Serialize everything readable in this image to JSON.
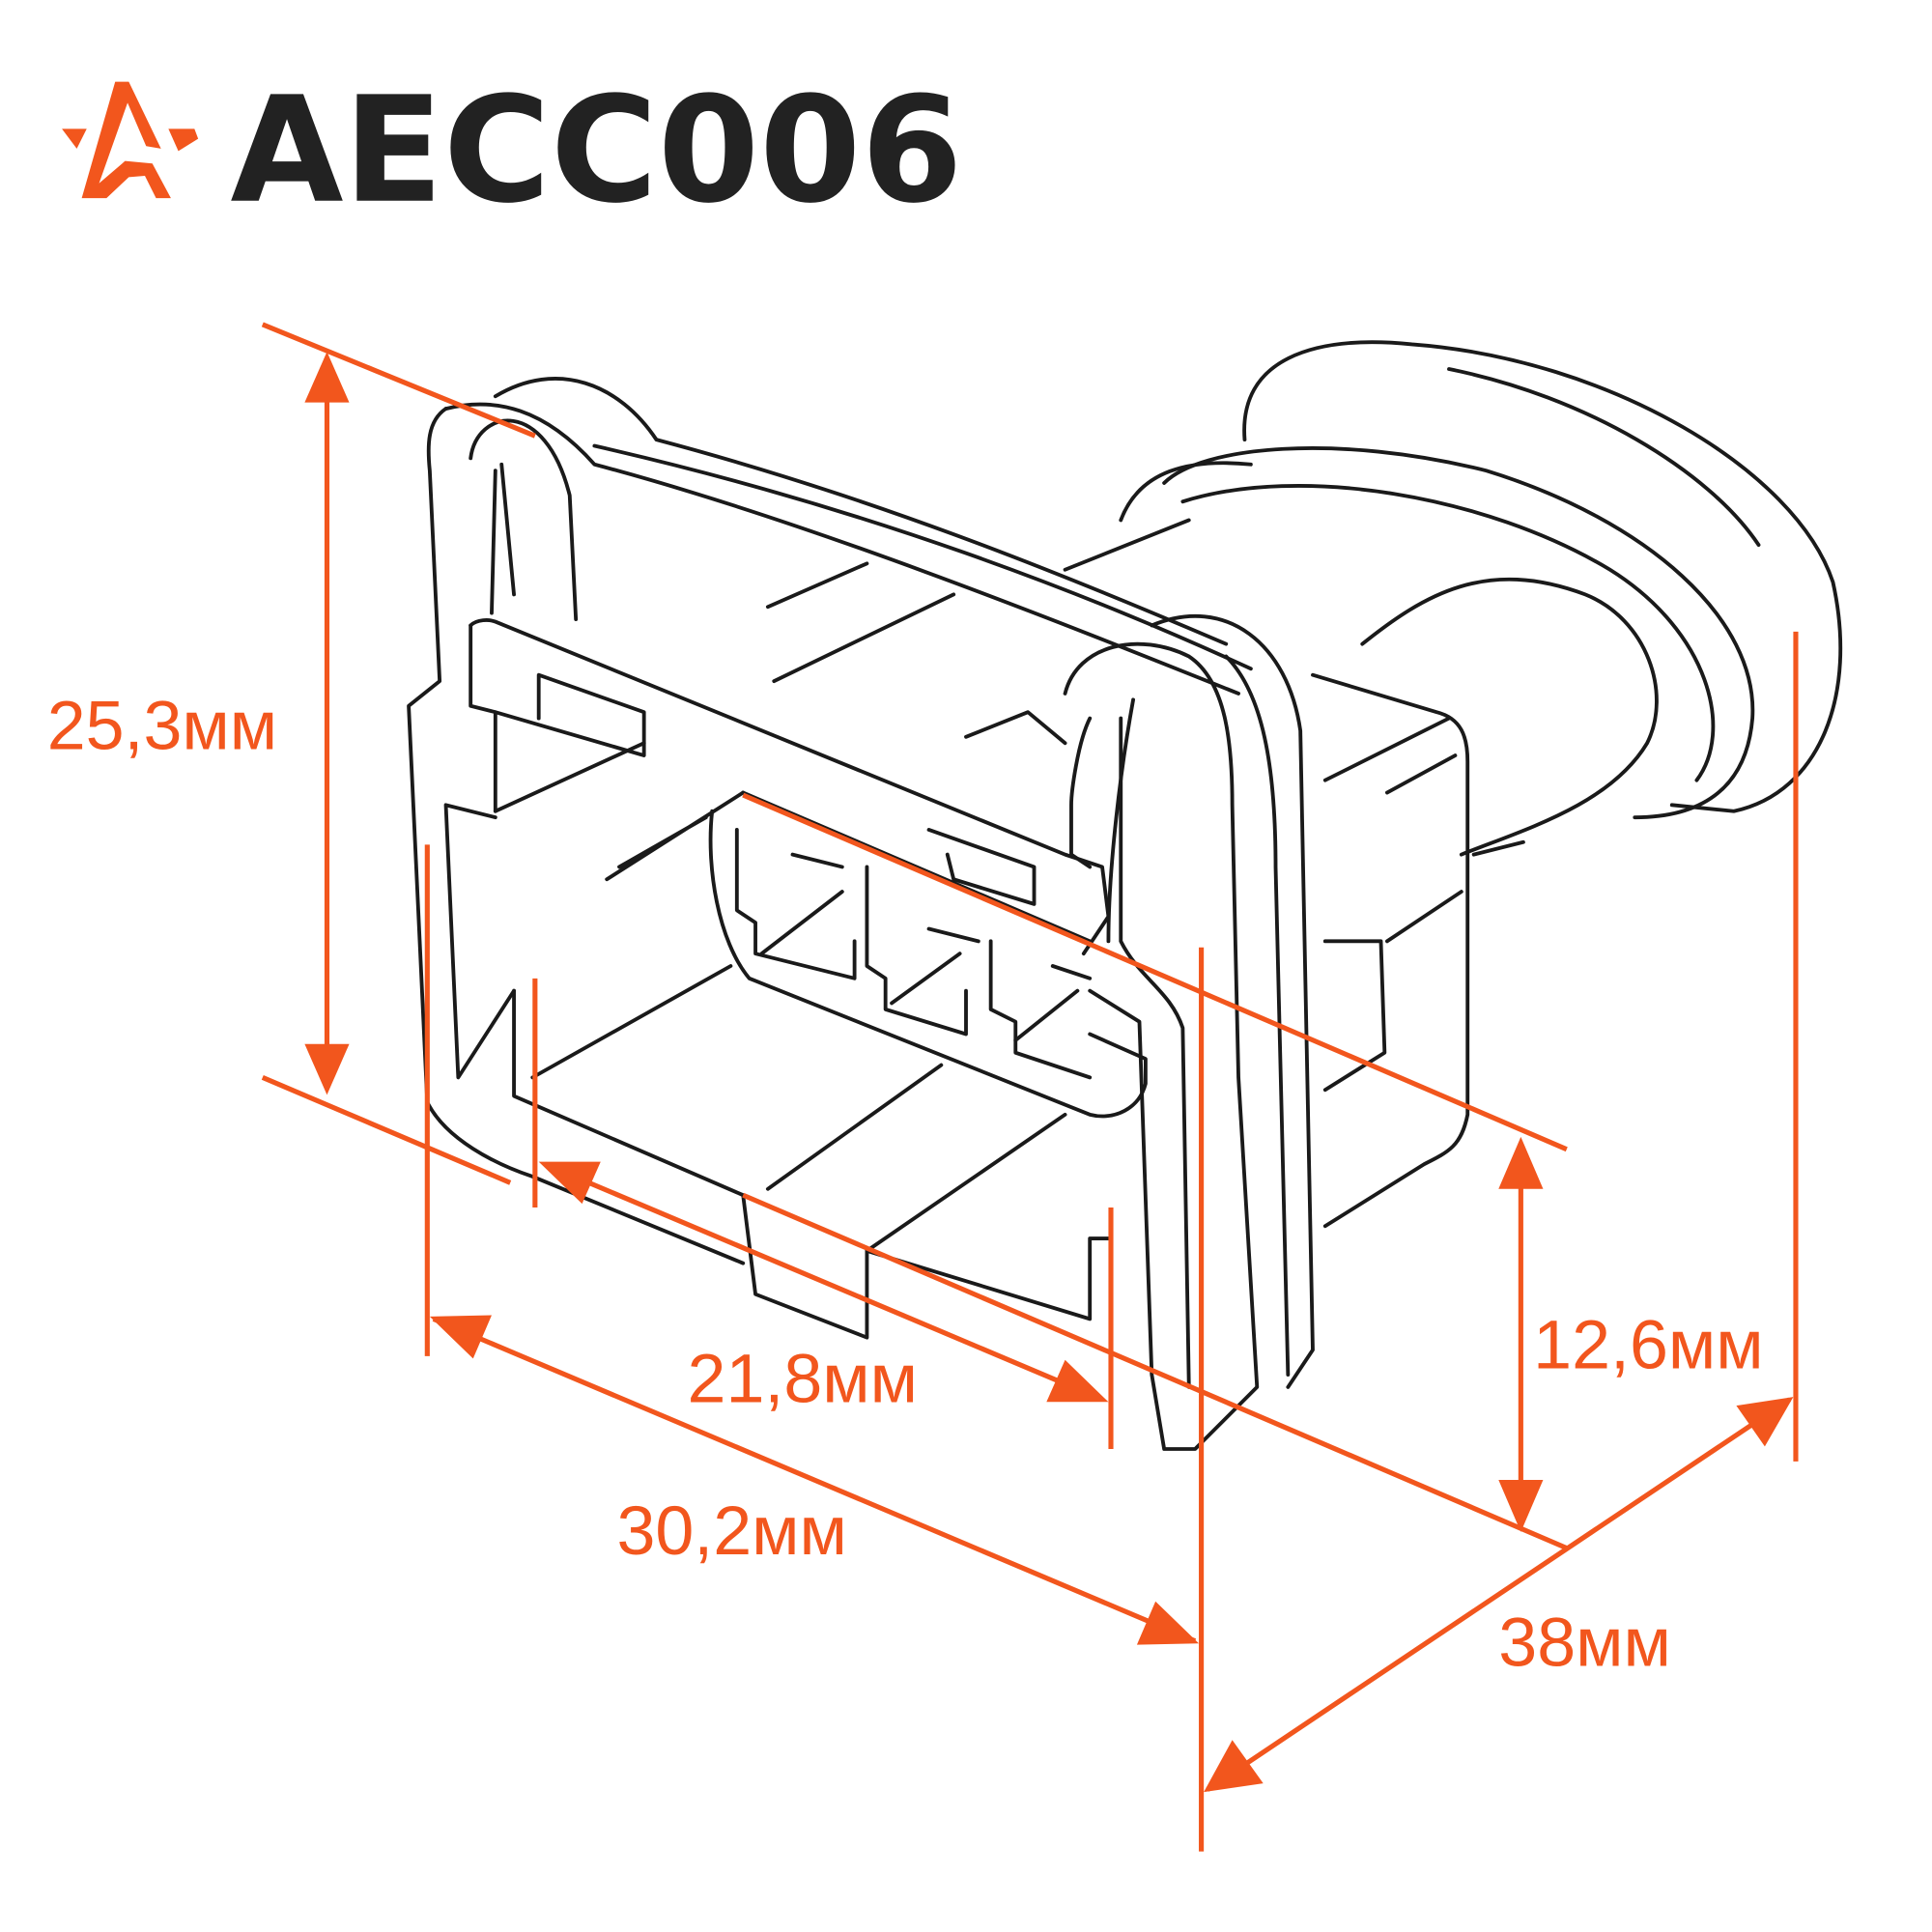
{
  "title": "AECC006",
  "logo": {
    "name": "star-a-logo",
    "color": "#f2561d"
  },
  "colors": {
    "accent": "#f2561d",
    "outline": "#1a1a1a"
  },
  "dimensions": {
    "height": "25,3мм",
    "inner_width": "21,8мм",
    "outer_width": "30,2мм",
    "inner_height": "12,6мм",
    "length": "38мм"
  }
}
